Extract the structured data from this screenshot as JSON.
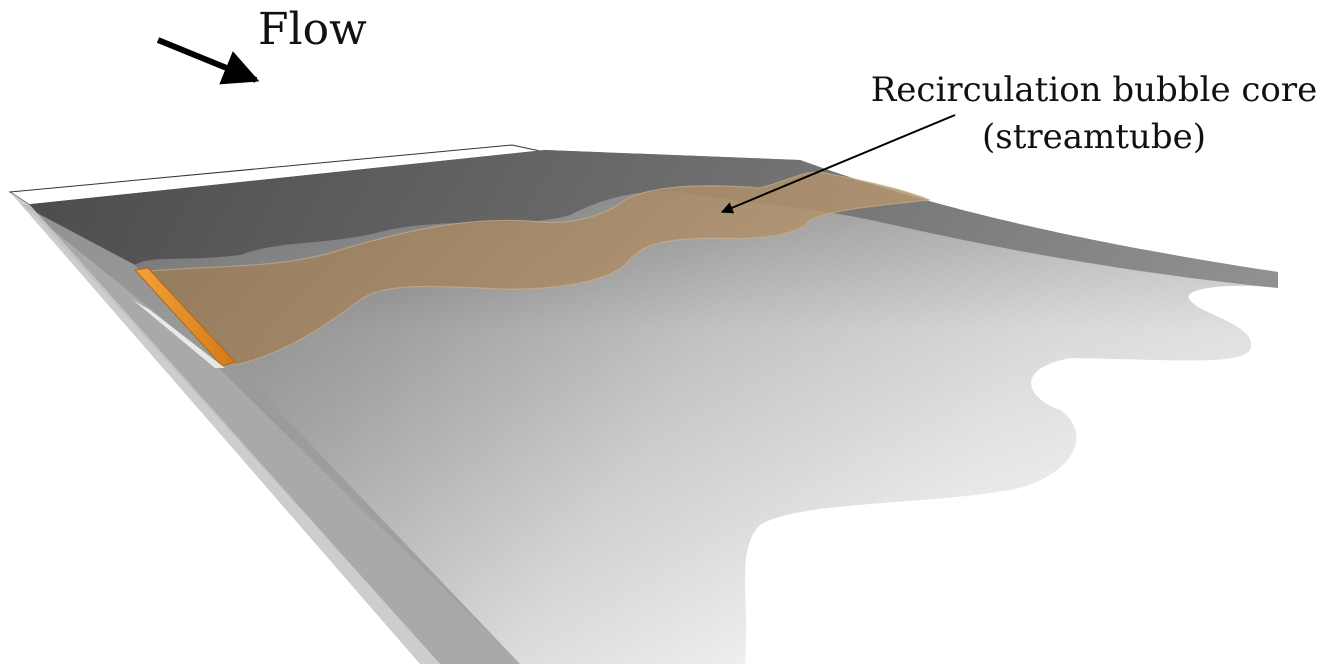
{
  "labels": {
    "flow": "Flow",
    "bubble_line1": "Recirculation bubble core",
    "bubble_line2": "(streamtube)"
  },
  "colors": {
    "surface_light": "#f4f4f4",
    "surface_mid": "#a8a8a8",
    "surface_dark": "#5a5a5a",
    "top_band": "#4a4a4a",
    "streamtube": "#a58a68",
    "injector": "#e8932a",
    "arrow": "#000000"
  }
}
